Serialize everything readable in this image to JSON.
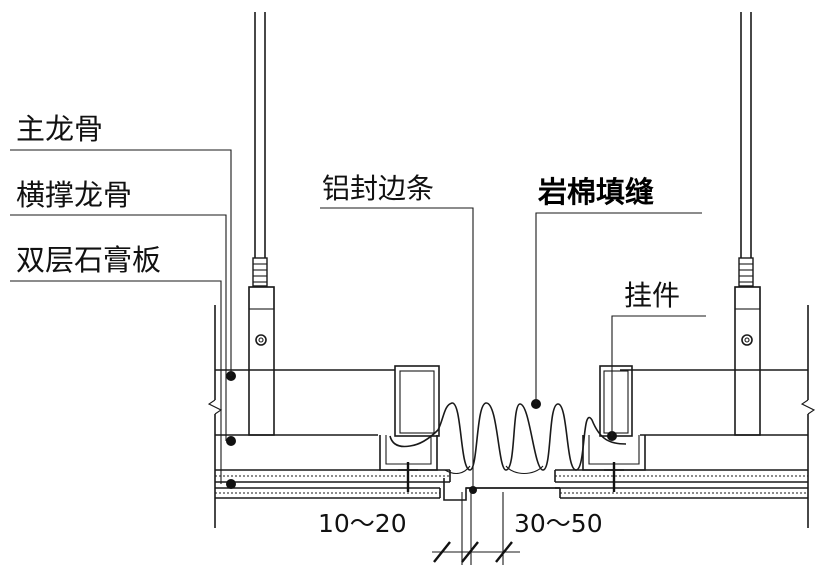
{
  "labels": {
    "main_keel": "主龙骨",
    "cross_keel": "横撑龙骨",
    "gypsum_board": "双层石膏板",
    "aluminum_edge_strip": "铝封边条",
    "rock_wool_fill": "岩棉填缝",
    "hanger": "挂件"
  },
  "dimensions": {
    "left_gap": "10～20",
    "right_gap": "30～50"
  },
  "colors": {
    "line": "#1a1a1a",
    "background": "#ffffff"
  }
}
